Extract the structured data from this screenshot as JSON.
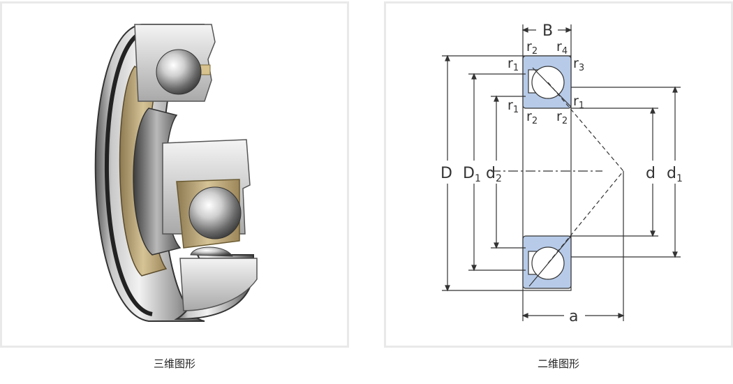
{
  "left_panel": {
    "caption": "三维图形"
  },
  "right_panel": {
    "caption": "二维图形",
    "labels": {
      "B": "B",
      "a": "a",
      "D": "D",
      "D1_main": "D",
      "D1_sub": "1",
      "d2_main": "d",
      "d2_sub": "2",
      "d": "d",
      "d1_main": "d",
      "d1_sub": "1",
      "r2_top_left_main": "r",
      "r2_top_left_sub": "2",
      "r4_main": "r",
      "r4_sub": "4",
      "r1_left_main": "r",
      "r1_left_sub": "1",
      "r3_main": "r",
      "r3_sub": "3",
      "r1_inner_left_main": "r",
      "r1_inner_left_sub": "1",
      "r1_right_main": "r",
      "r1_right_sub": "1",
      "r2_bottom_left_main": "r",
      "r2_bottom_left_sub": "2",
      "r2_bottom_right_main": "r",
      "r2_bottom_right_sub": "2"
    }
  },
  "colors": {
    "ring_fill": "#b7cbe9",
    "line": "#333333",
    "steel_light": "#e2e2e2",
    "steel_dark": "#6f6f6f",
    "cage_brass": "#c9b487"
  }
}
